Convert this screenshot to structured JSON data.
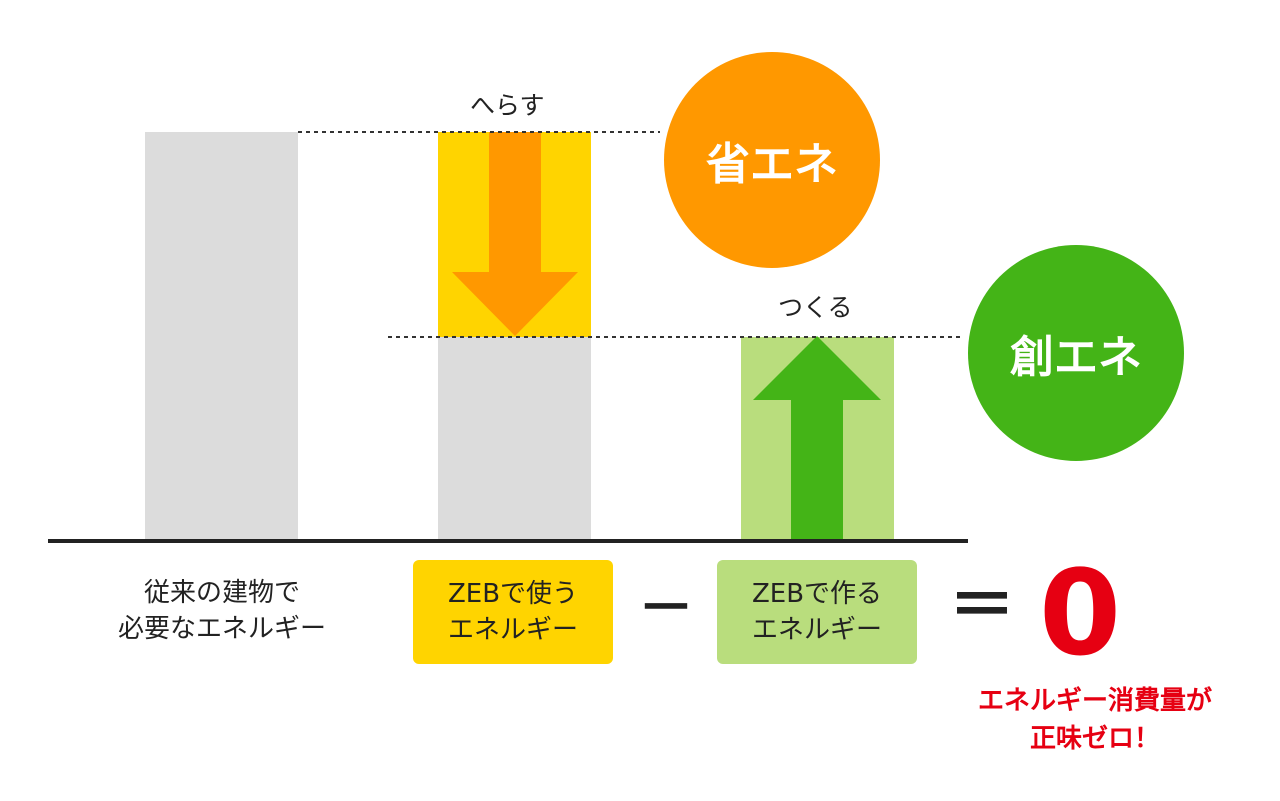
{
  "colors": {
    "baseline_bar": "#dcdcdc",
    "saved_bar": "#ffd400",
    "saving_arrow": "#ff9800",
    "created_bar": "#b9dd7d",
    "creating_arrow": "#44b417",
    "circle_saving": "#ff9800",
    "circle_creating": "#44b417",
    "zero_text": "#e60012",
    "axis": "#222222"
  },
  "labels": {
    "conventional": [
      "従来の建物で",
      "必要なエネルギー"
    ],
    "zeb_use": [
      "ZEBで使う",
      "エネルギー"
    ],
    "zeb_create": [
      "ZEBで作る",
      "エネルギー"
    ]
  },
  "verbs": {
    "reduce": "へらす",
    "create": "つくる"
  },
  "circles": {
    "saving": "省エネ",
    "creating": "創エネ"
  },
  "operators": {
    "minus": "－",
    "equals": "＝"
  },
  "result": {
    "value": "0",
    "caption": [
      "エネルギー消費量が",
      "正味ゼロ！"
    ]
  }
}
